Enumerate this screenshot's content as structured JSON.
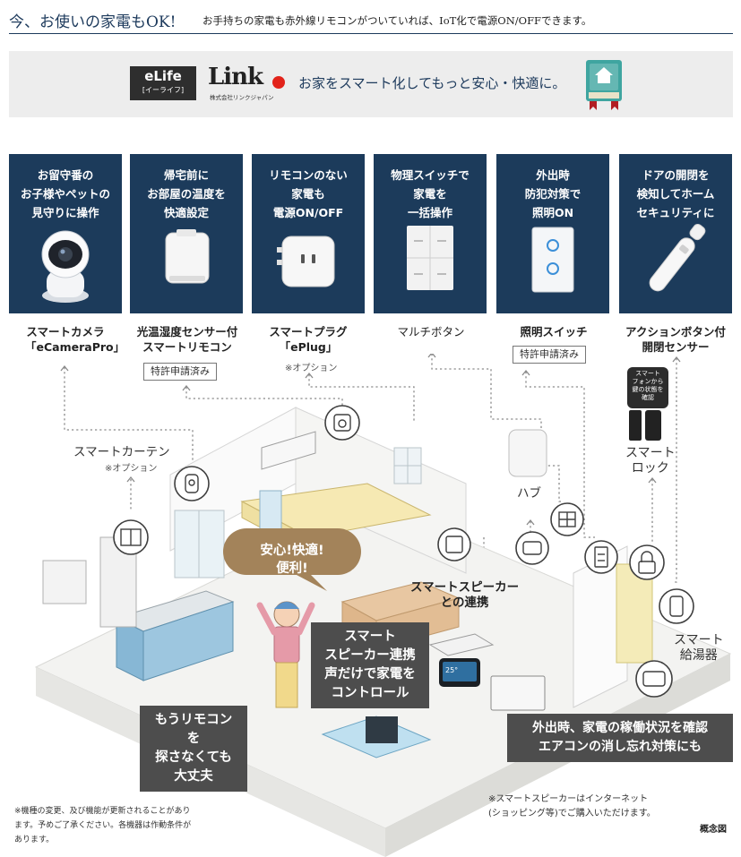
{
  "header": {
    "title": "今、お使いの家電もOK!",
    "subtitle": "お手持ちの家電も赤外線リモコンがついていれば、IoT化で電源ON/OFFできます。"
  },
  "banner": {
    "elife_main": "eLife",
    "elife_sub": "[イーライフ]",
    "link_word": "Link",
    "link_company": "株式会社リンクジャパン",
    "tagline": "お家をスマート化してもっと安心・快適に。"
  },
  "cards": [
    {
      "title": [
        "お留守番の",
        "お子様やペットの",
        "見守りに操作"
      ],
      "label": [
        "スマートカメラ",
        "「eCameraPro」"
      ],
      "icon": "camera-icon"
    },
    {
      "title": [
        "帰宅前に",
        "お部屋の温度を",
        "快適設定"
      ],
      "label": [
        "光温湿度センサー付",
        "スマートリモコン"
      ],
      "icon": "remote-icon"
    },
    {
      "title": [
        "リモコンのない",
        "家電も",
        "電源ON/OFF"
      ],
      "label": [
        "スマートプラグ",
        "「ePlug」"
      ],
      "icon": "plug-icon"
    },
    {
      "title": [
        "物理スイッチで",
        "家電を",
        "一括操作"
      ],
      "label": [
        "マルチボタン"
      ],
      "icon": "multi-button-icon"
    },
    {
      "title": [
        "外出時",
        "防犯対策で",
        "照明ON"
      ],
      "label": [
        "照明スイッチ"
      ],
      "icon": "light-switch-icon"
    },
    {
      "title": [
        "ドアの開閉を",
        "検知してホーム",
        "セキュリティに"
      ],
      "label": [
        "アクションボタン付",
        "開閉センサー"
      ],
      "icon": "door-sensor-icon"
    }
  ],
  "patent_label": "特許申請済み",
  "option_note": "※オプション",
  "illustration": {
    "curtain_label": "スマートカーテン",
    "hub_label": "ハブ",
    "lock_label": [
      "スマート",
      "ロック"
    ],
    "lock_note": [
      "スマート",
      "フォンから",
      "鍵の状態を",
      "確認"
    ],
    "water_heater_label": [
      "スマート",
      "給湯器"
    ],
    "speech_bubble": [
      "安心!快適!",
      "便利!"
    ],
    "speaker_link_label": [
      "スマートスピーカー",
      "との連携"
    ],
    "speaker_callout": [
      "スマート",
      "スピーカー連携",
      "声だけで家電を",
      "コントロール"
    ],
    "remote_callout": [
      "もうリモコンを",
      "探さなくても",
      "大丈夫"
    ],
    "away_callout": [
      "外出時、家電の稼働状況を確認",
      "エアコンの消し忘れ対策にも"
    ],
    "speaker_screen": "25°"
  },
  "footnotes": {
    "left": "※機種の変更、及び機能が更新されることがあります。予めご了承ください。各機器は作動条件があります。",
    "speaker": [
      "※スマートスピーカーはインターネット",
      "(ショッピング等)でご購入いただけます。"
    ],
    "concept": "概念図"
  },
  "colors": {
    "navy": "#1c3b5b",
    "accent_red": "#e2231a",
    "callout_grey": "#4d4d4d",
    "speech_brown": "#a3835a"
  }
}
